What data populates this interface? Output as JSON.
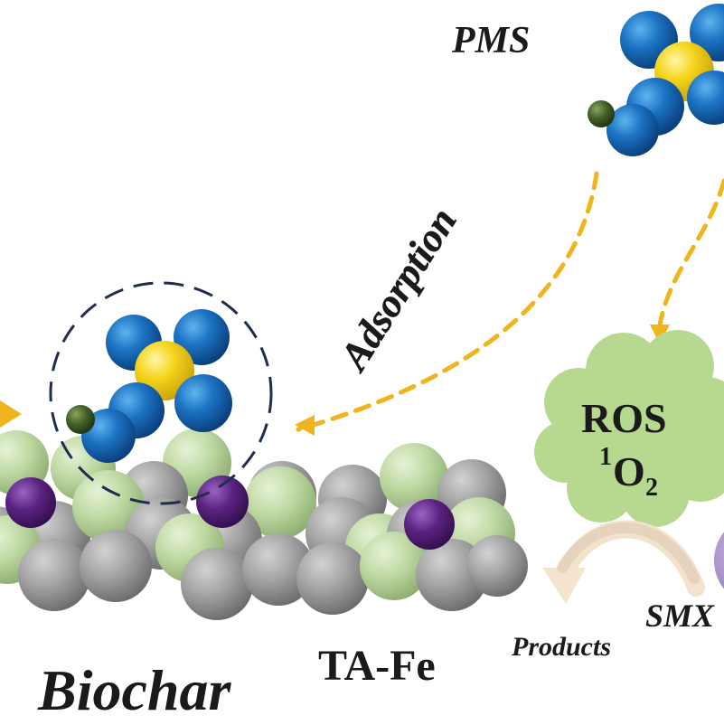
{
  "labels": {
    "pms": "PMS",
    "adsorption": "Adsorption",
    "ros": "ROS",
    "singlet_sup": "1",
    "singlet_o": "O",
    "singlet_sub": "2",
    "products": "Products",
    "smx": "SMX",
    "biochar": "Biochar",
    "tafe": "TA-Fe"
  },
  "colors": {
    "oxygen_blue": "#1466b4",
    "sulfur_yellow": "#f2d21c",
    "hydrogen_green": "#3f5a23",
    "arrow_dash": "#f0b51e",
    "ros_cloud": "#b6d98f",
    "biochar_gray": "#9b9b9b",
    "fe_purple": "#5a2280",
    "ta_green": "#bcd7a1",
    "circle_navy": "#1f2d4f"
  }
}
